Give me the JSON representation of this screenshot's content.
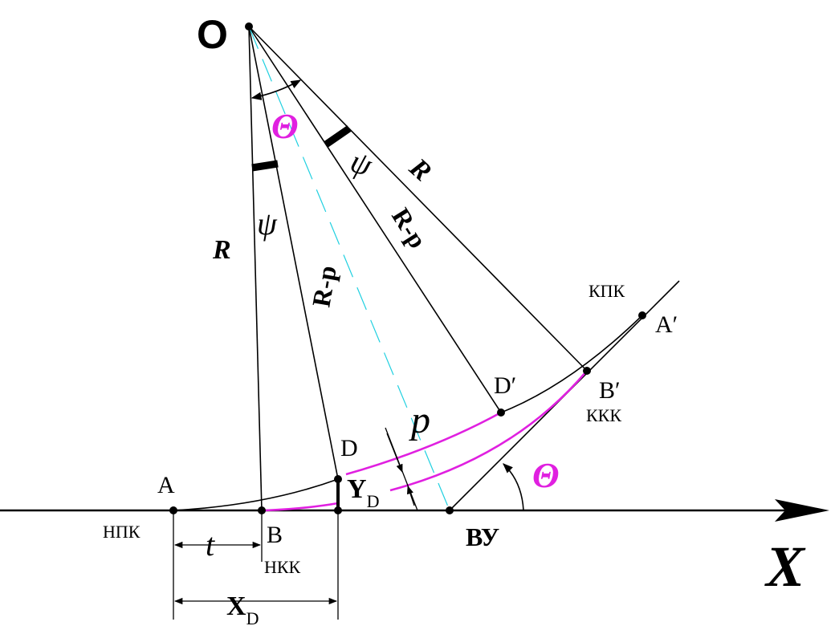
{
  "labels": {
    "center": "O",
    "axis_x": "X",
    "radius_1": "R",
    "radius_2": "R",
    "shifted_radius_1": "R-p",
    "shifted_radius_2": "R-p",
    "psi_1": "ψ",
    "psi_2": "ψ",
    "theta_top": "Θ",
    "theta_bottom": "Θ",
    "point_a": "A",
    "point_b": "B",
    "point_d": "D",
    "point_a_prime": "A′",
    "point_b_prime": "B′",
    "point_d_prime": "D′",
    "npk": "НПК",
    "nkk": "НКК",
    "kpk": "КПК",
    "kkk": "ККК",
    "vu": "ВУ",
    "shift_p": "p",
    "dim_t": "t",
    "dim_xd": "X",
    "dim_xd_sub": "D",
    "dim_yd": "Y",
    "dim_yd_sub": "D"
  },
  "colors": {
    "line": "#000000",
    "curve_highlight": "#e020e0",
    "bisector": "#20d0e0"
  }
}
